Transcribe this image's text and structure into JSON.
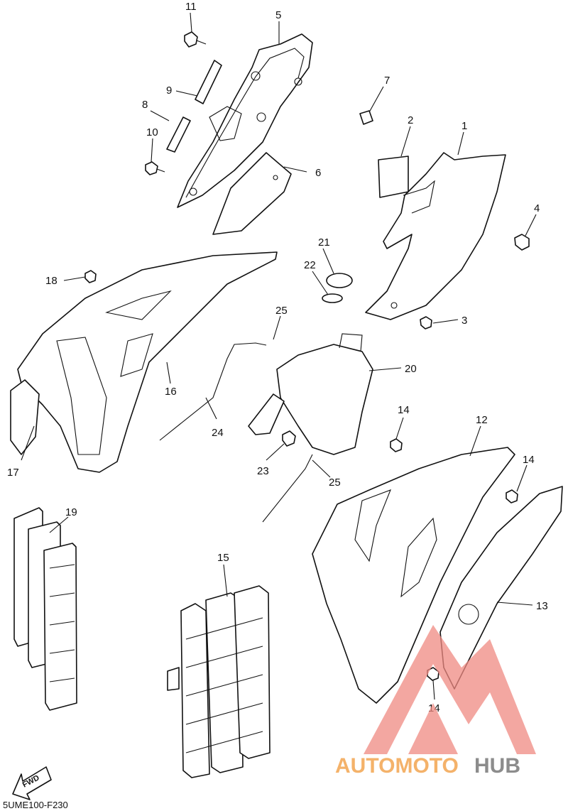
{
  "diagram_code": "5UME100-F230",
  "fwd_label": "FWD",
  "watermark": {
    "text_part1": "AUTOMOTO",
    "text_part2": "HUB",
    "color_part1": "#f4b26a",
    "color_part2": "#8c8c8c",
    "logo_color": "#f08a82"
  },
  "callouts": {
    "c1": "1",
    "c2": "2",
    "c3": "3",
    "c4": "4",
    "c5": "5",
    "c6": "6",
    "c7": "7",
    "c8": "8",
    "c9": "9",
    "c10": "10",
    "c11": "11",
    "c12": "12",
    "c13": "13",
    "c14a": "14",
    "c14b": "14",
    "c14c": "14",
    "c15": "15",
    "c16": "16",
    "c17": "17",
    "c18": "18",
    "c19": "19",
    "c20": "20",
    "c21": "21",
    "c22": "22",
    "c23": "23",
    "c24": "24",
    "c25a": "25",
    "c25b": "25"
  }
}
